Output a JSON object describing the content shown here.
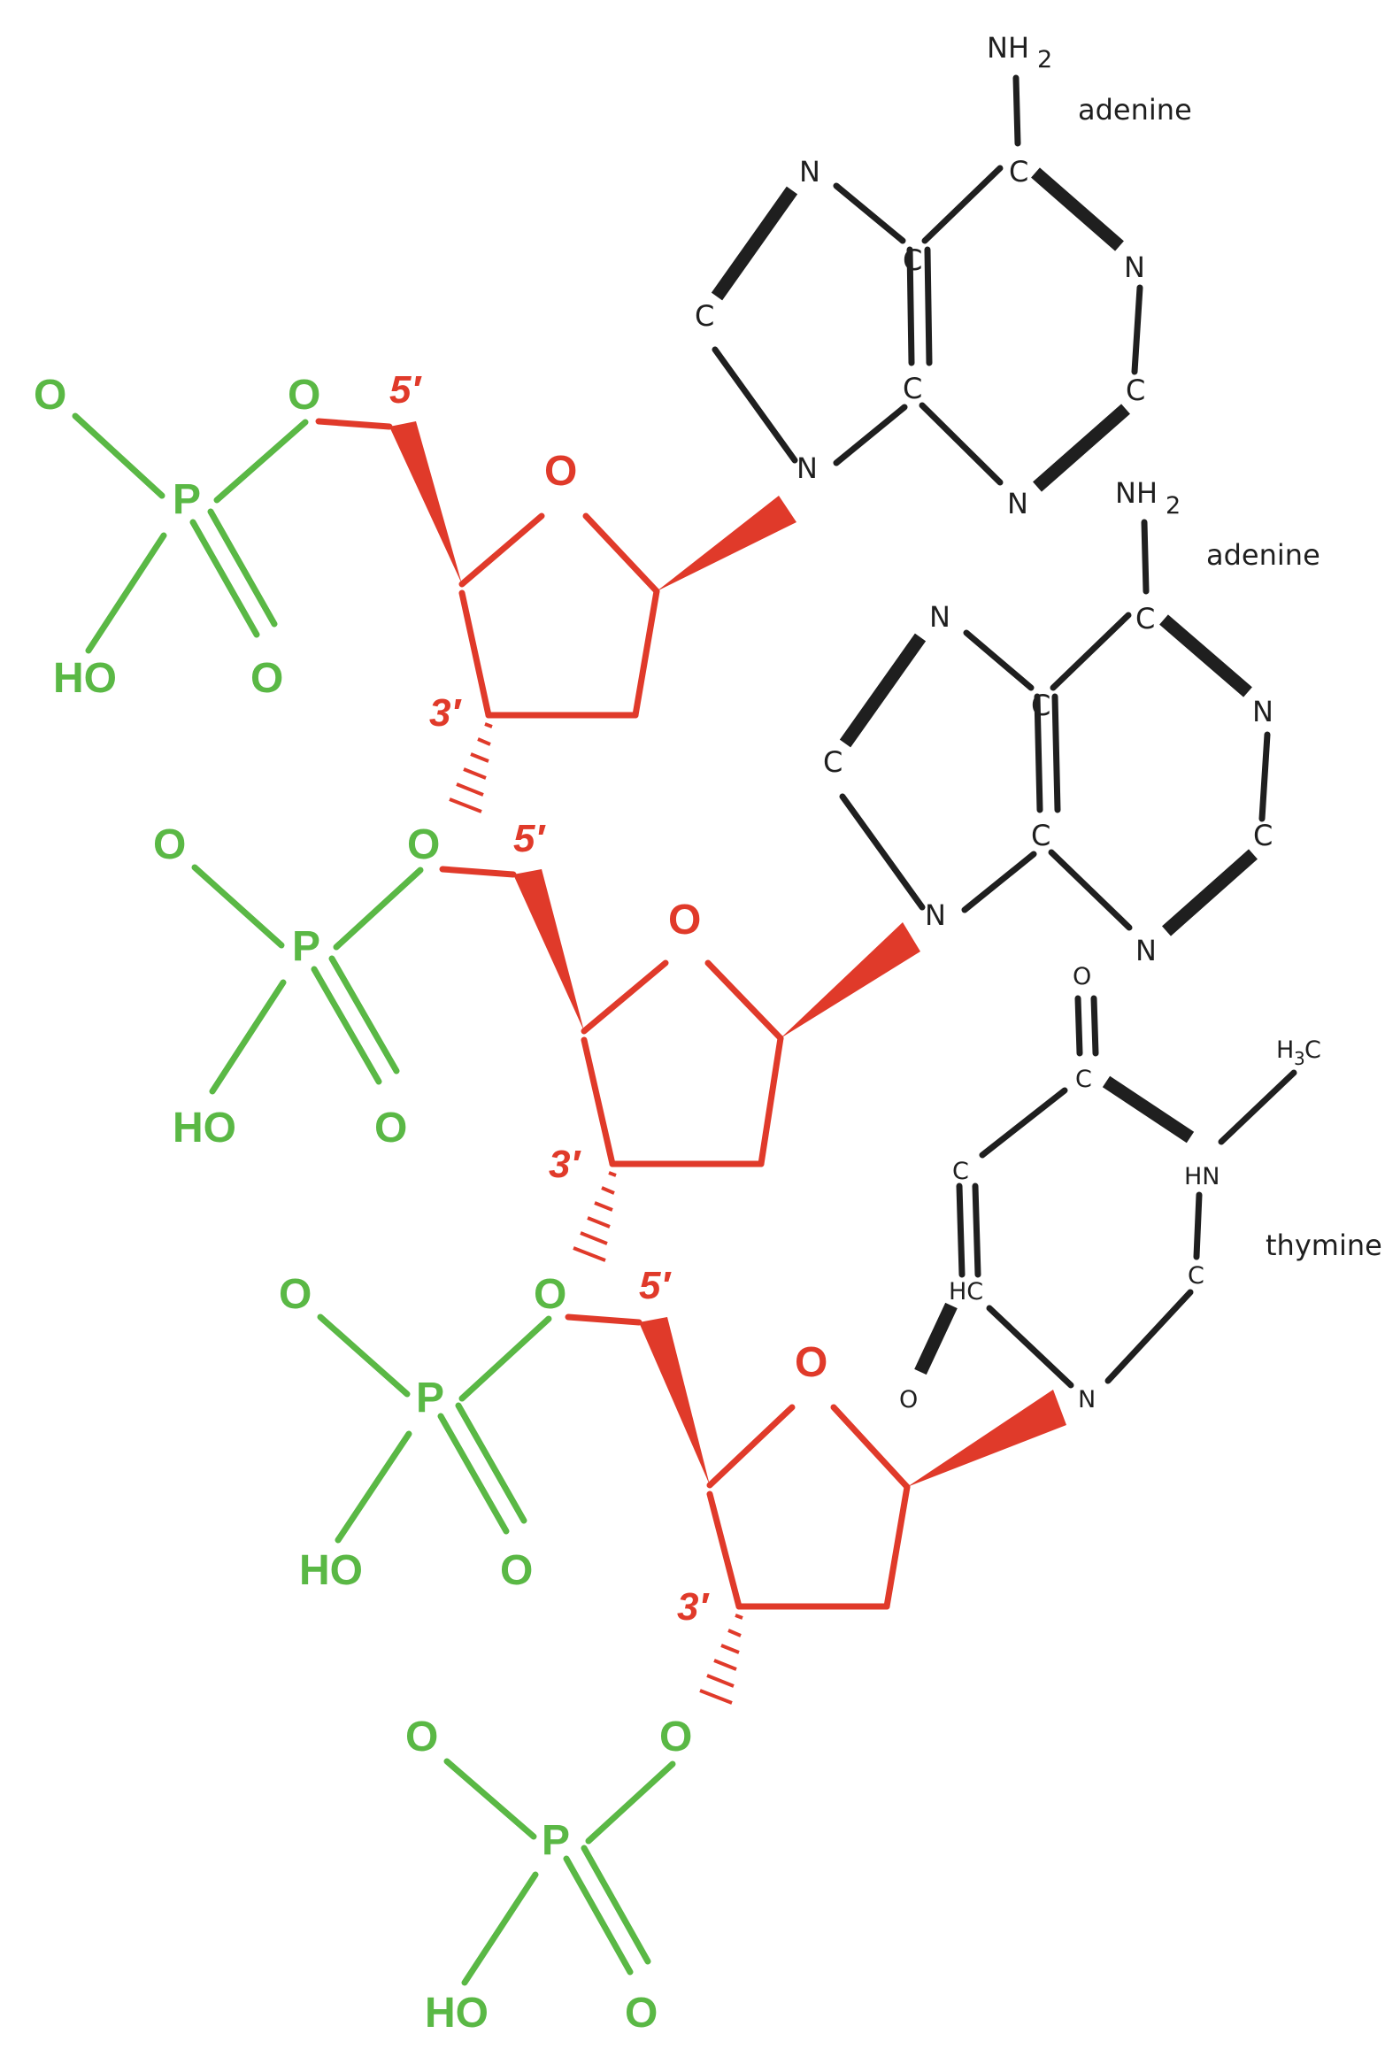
{
  "colors": {
    "phosphate": "#5ab845",
    "sugar": "#e03a2a",
    "base": "#1f1f1f"
  },
  "atoms": {
    "oxygen": "O",
    "phosphorus": "P",
    "hydroxyl": "HO",
    "carbon": "C",
    "nitrogen": "N",
    "amine": "NH",
    "amine_subscript": "2",
    "imine": "HN",
    "methine": "HC",
    "methyl": "H",
    "methyl_subscript": "3",
    "methyl_tail": "C"
  },
  "positions": {
    "five_prime": "5′",
    "three_prime": "3′"
  },
  "bases": {
    "top": "adenine",
    "middle": "adenine",
    "bottom": "thymine"
  }
}
